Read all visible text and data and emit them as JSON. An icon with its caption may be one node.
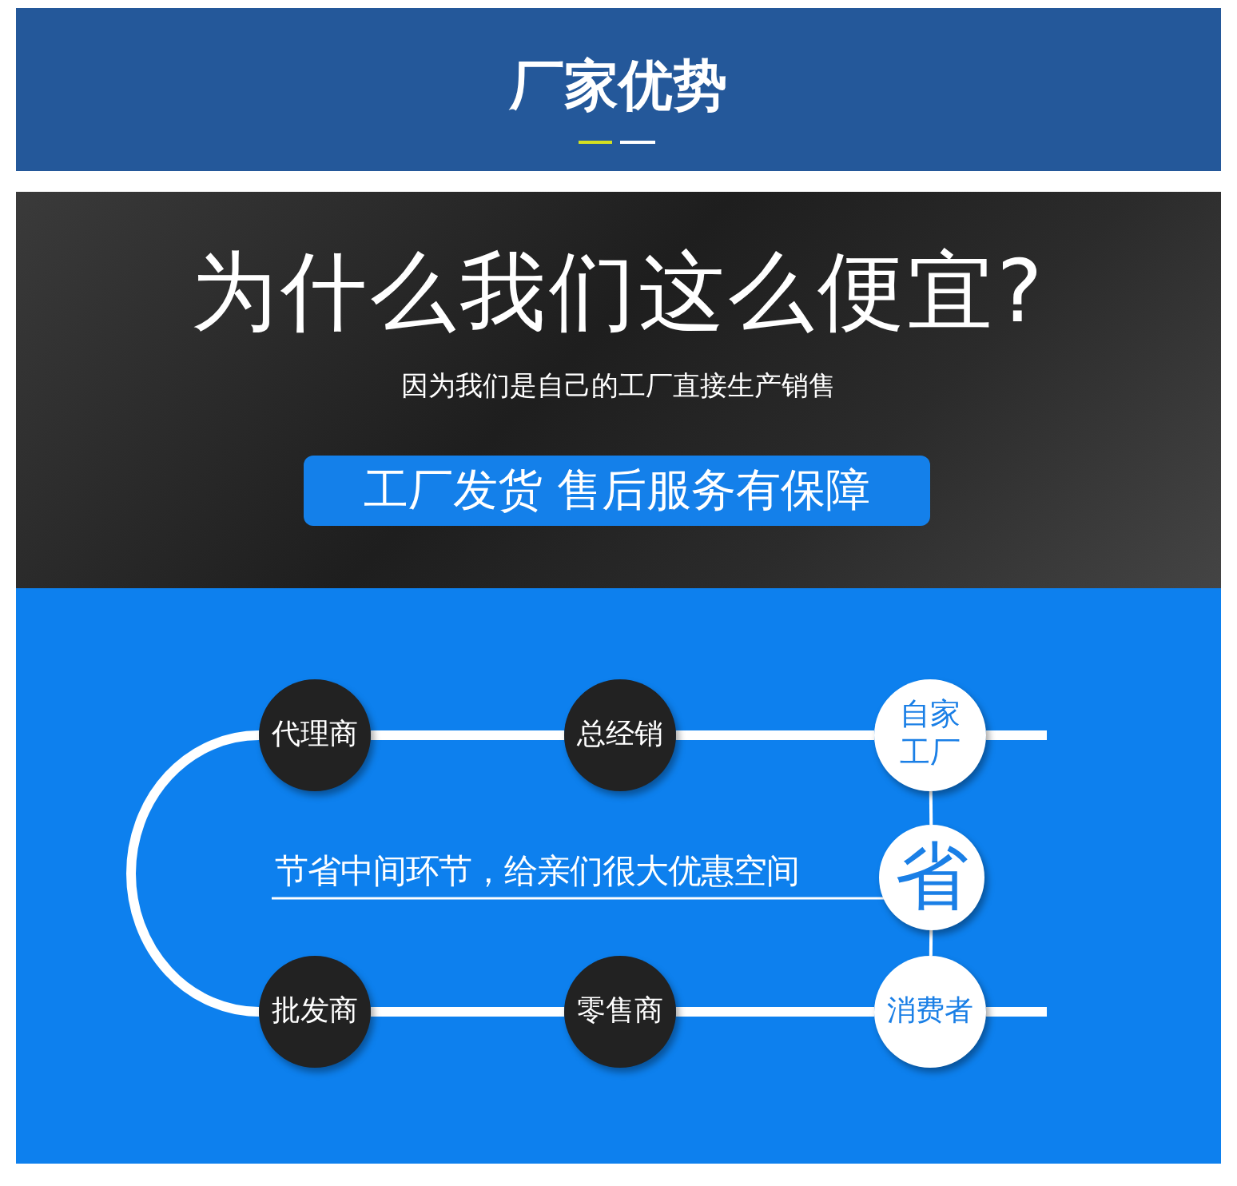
{
  "diagram": {
    "title": "厂家优势",
    "nodes": [
      {
        "text": [
          "工厂发货 售后服务有保障"
        ]
      },
      {
        "text": [
          "代理商"
        ]
      },
      {
        "text": [
          "总经销"
        ]
      },
      {
        "text": [
          "自家工厂"
        ]
      },
      {
        "text": [
          "省"
        ]
      },
      {
        "text": [
          "批发商"
        ]
      },
      {
        "text": [
          "零售商"
        ]
      },
      {
        "text": [
          "消费者"
        ]
      }
    ],
    "edges": [
      {
        "from": 1,
        "to": 2,
        "arrow": "none"
      },
      {
        "from": 2,
        "to": 3,
        "arrow": "none"
      },
      {
        "from": 3,
        "to": null,
        "arrow": "none"
      },
      {
        "from": 1,
        "to": 5,
        "arrow": "none"
      },
      {
        "from": 3,
        "to": 4,
        "arrow": "none"
      },
      {
        "from": 4,
        "to": 7,
        "arrow": "none"
      },
      {
        "from": 5,
        "to": 6,
        "arrow": "none"
      },
      {
        "from": 6,
        "to": 7,
        "arrow": "none"
      },
      {
        "from": 7,
        "to": null,
        "arrow": "none"
      }
    ],
    "labels": [
      "为什么我们这么便宜?",
      "因为我们是自己的工厂直接生产销售",
      "节省中间环节，给亲们很大优惠空间"
    ]
  }
}
